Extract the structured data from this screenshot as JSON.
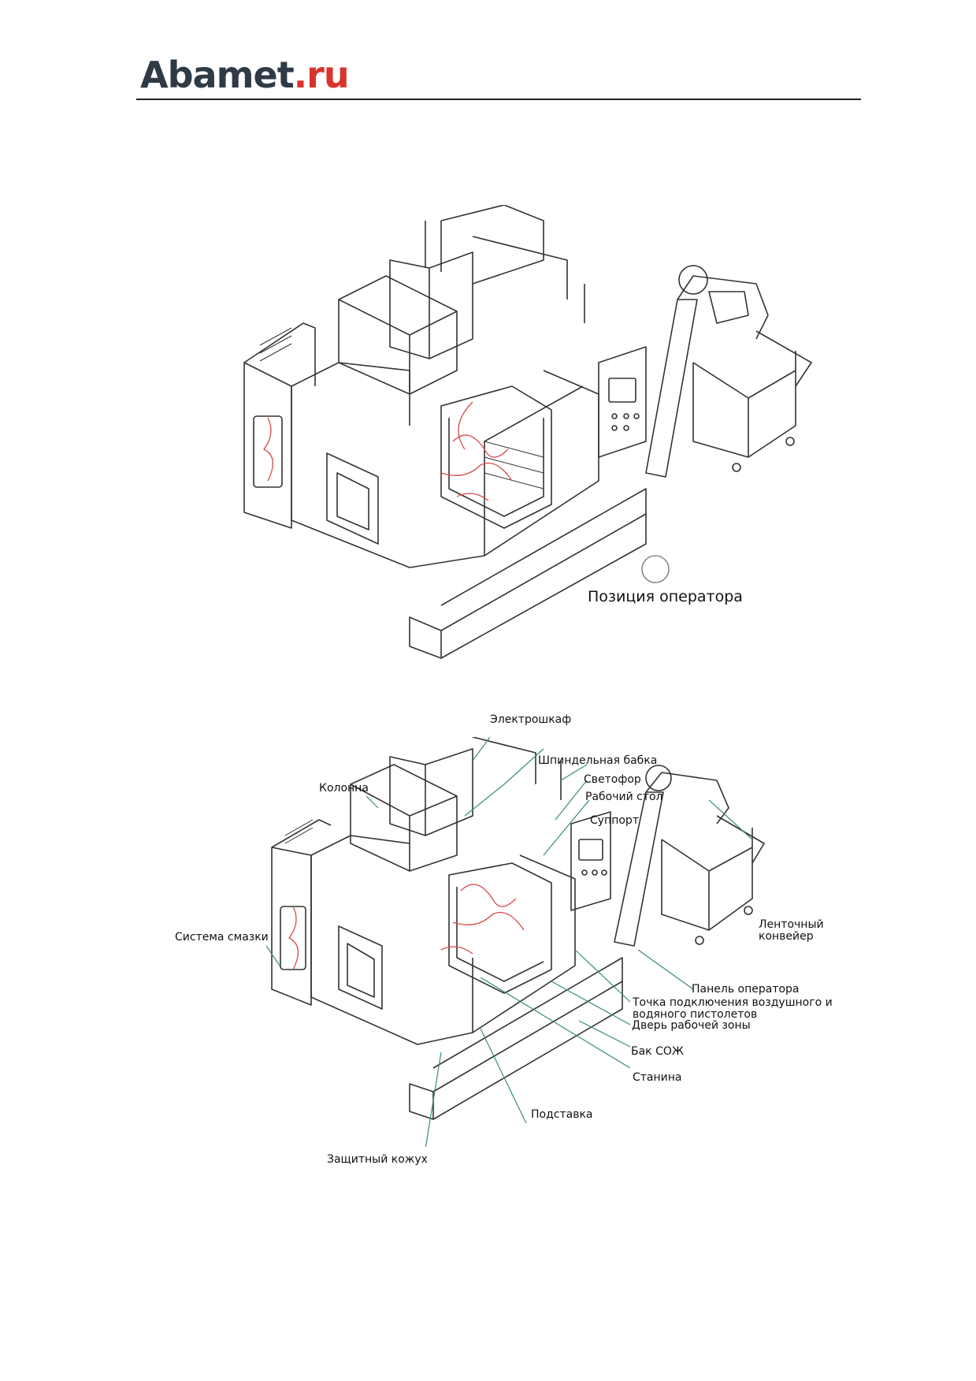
{
  "header": {
    "logo_main": "Abamet",
    "logo_tld": ".ru"
  },
  "figure1": {
    "operator_position_label": "Позиция оператора"
  },
  "figure2": {
    "labels": {
      "electrical_cabinet": "Электрошкаф",
      "spindle_head": "Шпиндельная бабка",
      "column": "Колонна",
      "signal_light": "Светофор",
      "work_table": "Рабочий стол",
      "saddle": "Суппорт",
      "lubrication_system": "Система смазки",
      "belt_conveyor": "Ленточный\nконвейер",
      "operator_panel": "Панель оператора",
      "air_water_gun_point": "Точка подключения воздушного и\nводяного пистолетов",
      "work_zone_door": "Дверь рабочей зоны",
      "coolant_tank": "Бак СОЖ",
      "bed": "Станина",
      "stand": "Подставка",
      "guard_enclosure": "Защитный кожух"
    }
  },
  "colors": {
    "logo_main": "#2f3a47",
    "logo_tld": "#d9342b",
    "line": "#333333",
    "piping": "#d94a4a",
    "leader": "#3a8f6e"
  }
}
